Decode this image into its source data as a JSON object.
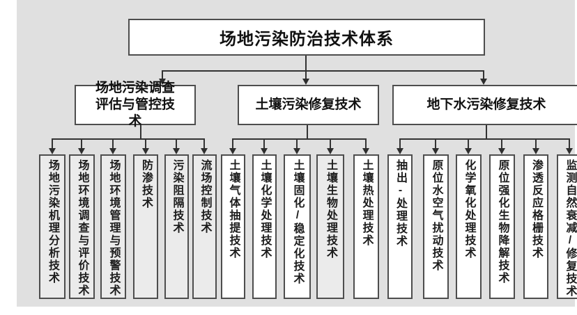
{
  "title": "场地污染防治技术体系",
  "colors": {
    "canvas_bg": "#e0e0e0",
    "box_bg": "#ffffff",
    "box_shaded_bg": "#ebebeb",
    "border": "#4d4d4d",
    "line": "#333333",
    "text": "#111111"
  },
  "branches": [
    {
      "label": "场地污染调查评估与管控技术",
      "leaves": [
        {
          "label": "场地污染机理分析技术"
        },
        {
          "label": "场地环境调查与评价技术"
        },
        {
          "label": "场地环境管理与预警技术"
        },
        {
          "label": "防渗技术"
        },
        {
          "label": "污染阻隔技术"
        },
        {
          "label": "流场控制技术"
        }
      ]
    },
    {
      "label": "土壤污染修复技术",
      "leaves": [
        {
          "label": "土壤气体抽提技术"
        },
        {
          "label": "土壤化学处理技术"
        },
        {
          "label": "土壤固化/稳定化技术"
        },
        {
          "label": "土壤生物处理技术"
        },
        {
          "label": "土壤热处理技术"
        }
      ]
    },
    {
      "label": "地下水污染修复技术",
      "leaves": [
        {
          "label": "抽出-处理技术"
        },
        {
          "label": "原位水空气扰动技术"
        },
        {
          "label": "化学氧化处理技术"
        },
        {
          "label": "原位强化生物降解技术"
        },
        {
          "label": "渗透反应格栅技术"
        },
        {
          "label": "监测自然衰减/修复技术"
        }
      ]
    }
  ]
}
